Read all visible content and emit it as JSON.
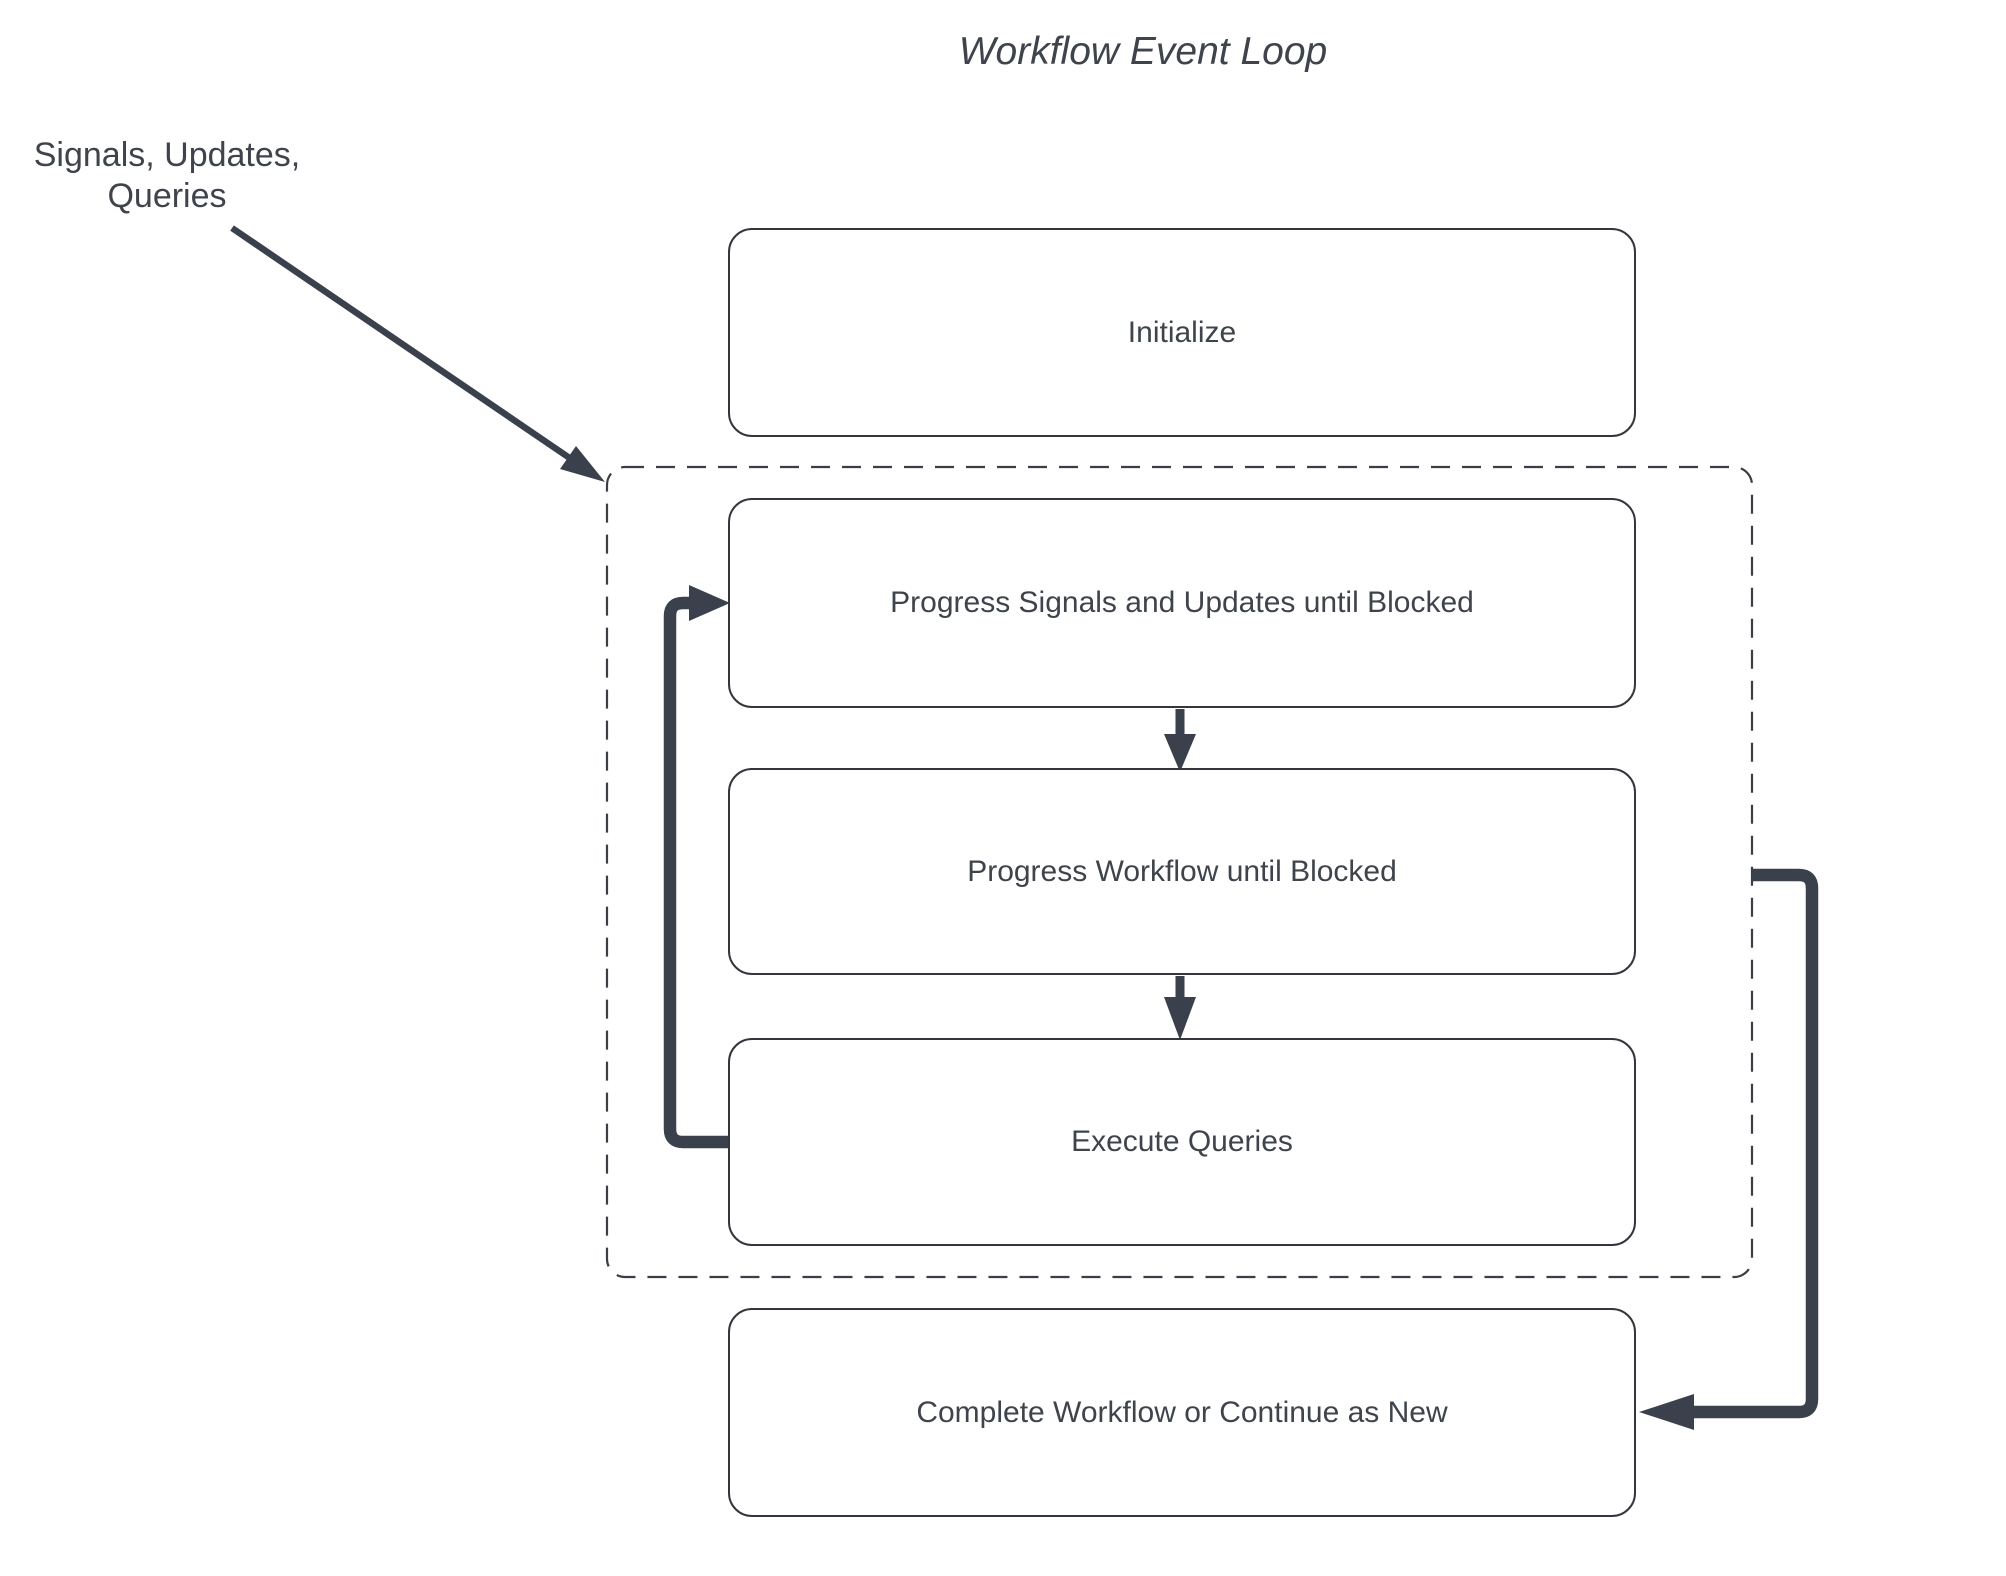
{
  "title": "Workflow Event Loop",
  "annotation": {
    "line1": "Signals, Updates,",
    "line2": "Queries"
  },
  "nodes": {
    "initialize": {
      "label": "Initialize"
    },
    "progress_signals": {
      "label": "Progress Signals and Updates until Blocked"
    },
    "progress_workflow": {
      "label": "Progress Workflow until Blocked"
    },
    "execute_queries": {
      "label": "Execute Queries"
    },
    "complete": {
      "label": "Complete Workflow or Continue as New"
    }
  },
  "edges": [
    {
      "from": "signals-updates-queries-annotation",
      "to": "event-loop-container",
      "style": "thin-diagonal-arrow"
    },
    {
      "from": "initialize",
      "to": "event-loop-container",
      "style": "adjacent"
    },
    {
      "from": "progress_signals",
      "to": "progress_workflow",
      "style": "thick-down-arrow"
    },
    {
      "from": "progress_workflow",
      "to": "execute_queries",
      "style": "thick-down-arrow"
    },
    {
      "from": "execute_queries",
      "to": "progress_signals",
      "style": "thick-loop-back-left"
    },
    {
      "from": "event-loop-container",
      "to": "complete",
      "style": "thick-exit-right-arrow"
    }
  ],
  "colors": {
    "background": "#ffffff",
    "box_border": "#33373d",
    "arrow": "#3a414d",
    "text": "#3f444c"
  }
}
